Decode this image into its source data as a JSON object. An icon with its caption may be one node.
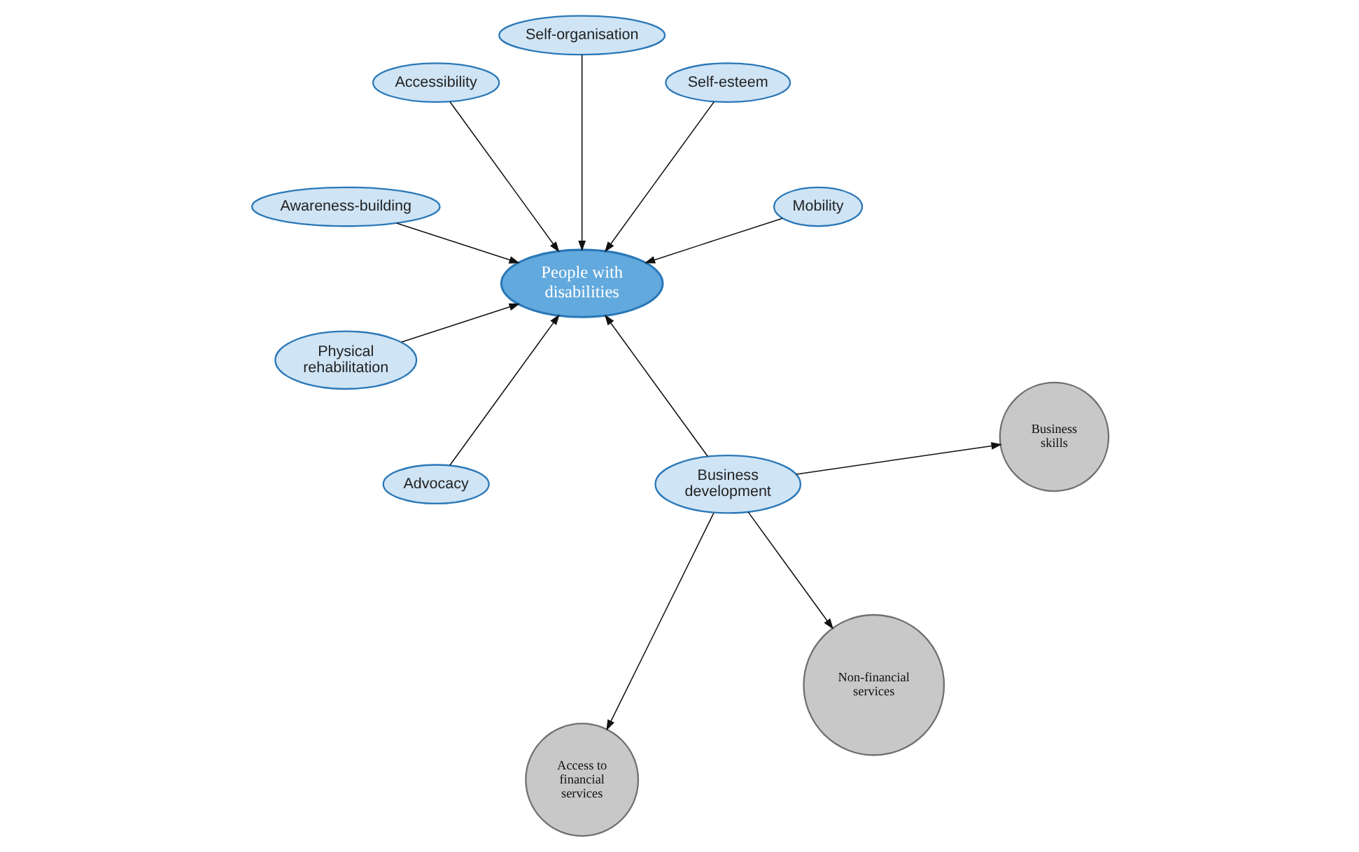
{
  "diagram": {
    "nodes": [
      {
        "text": [
          "People with disabilities"
        ]
      },
      {
        "text": [
          "Mobility"
        ]
      },
      {
        "text": [
          "Self-esteem"
        ]
      },
      {
        "text": [
          "Self-organisation"
        ]
      },
      {
        "text": [
          "Accessibility"
        ]
      },
      {
        "text": [
          "Awareness-building"
        ]
      },
      {
        "text": [
          "Physical rehabilitation"
        ]
      },
      {
        "text": [
          "Advocacy"
        ]
      },
      {
        "text": [
          "Business development"
        ]
      },
      {
        "text": [
          "Access to financial services"
        ]
      },
      {
        "text": [
          "Non-financial services"
        ]
      },
      {
        "text": [
          "Business skills"
        ]
      }
    ],
    "edges": [
      {
        "from": 1,
        "to": 0,
        "arrow": "to"
      },
      {
        "from": 2,
        "to": 0,
        "arrow": "to"
      },
      {
        "from": 3,
        "to": 0,
        "arrow": "to"
      },
      {
        "from": 4,
        "to": 0,
        "arrow": "to"
      },
      {
        "from": 5,
        "to": 0,
        "arrow": "to"
      },
      {
        "from": 6,
        "to": 0,
        "arrow": "to"
      },
      {
        "from": 7,
        "to": 0,
        "arrow": "to"
      },
      {
        "from": 8,
        "to": 0,
        "arrow": "to"
      },
      {
        "from": 8,
        "to": 9,
        "arrow": "to"
      },
      {
        "from": 8,
        "to": 10,
        "arrow": "to"
      },
      {
        "from": 8,
        "to": 11,
        "arrow": "to"
      }
    ]
  }
}
